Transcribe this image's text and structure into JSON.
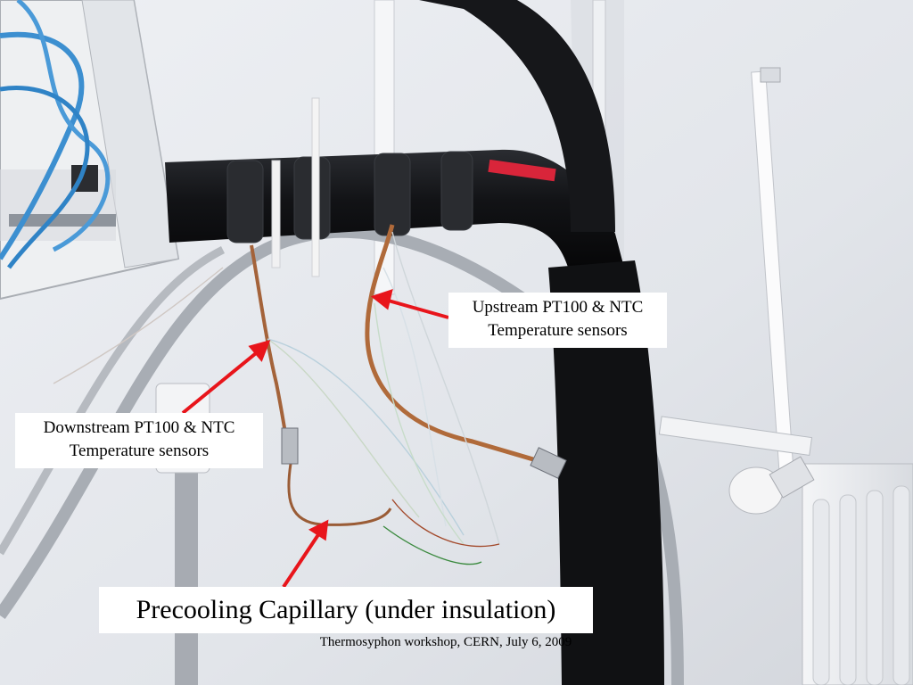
{
  "labels": {
    "upstream_line1": "Upstream PT100 & NTC",
    "upstream_line2": "Temperature sensors",
    "downstream_line1": "Downstream PT100 & NTC",
    "downstream_line2": "Temperature sensors",
    "precooling": "Precooling Capillary (under insulation)"
  },
  "footer": "Thermosyphon workshop, CERN, July 6, 2009",
  "colors": {
    "arrow": "#e8151b",
    "wall": "#e6e9ee",
    "insulation": "#141518",
    "tape_marker": "#d9253a",
    "blue_hose": "#3c8fd0",
    "copper": "#b06a3a"
  }
}
